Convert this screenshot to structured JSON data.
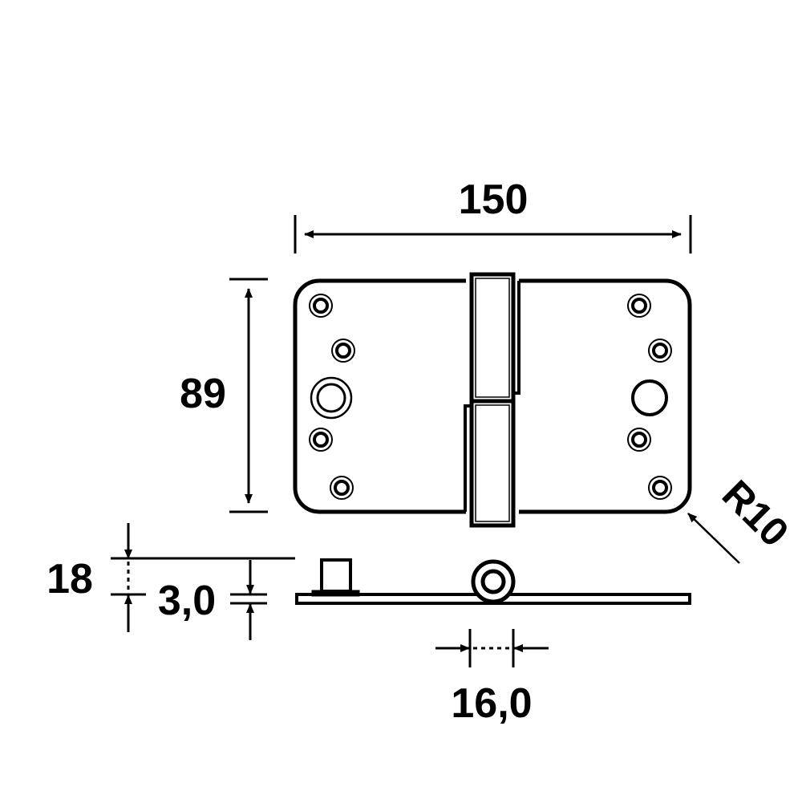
{
  "drawing": {
    "subject": "hinge",
    "dimensions": {
      "width": "150",
      "height": "89",
      "thickness_total": "18",
      "plate_thickness": "3,0",
      "knuckle_diameter": "16,0",
      "corner_radius": "R10"
    }
  },
  "colors": {
    "line": "#000000",
    "background": "#ffffff"
  }
}
